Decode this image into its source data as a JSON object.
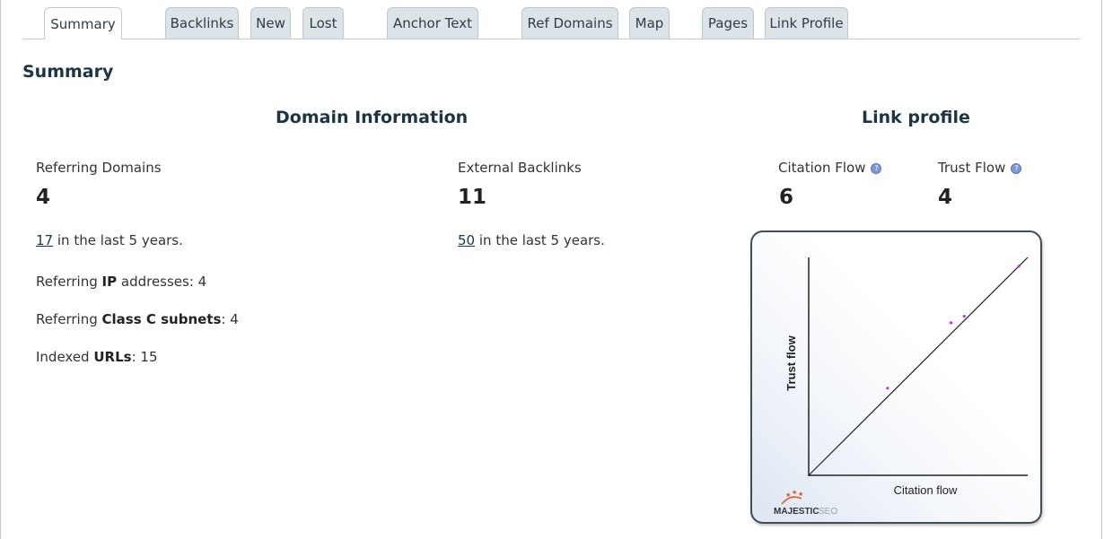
{
  "tabs": [
    {
      "label": "Summary",
      "active": true
    },
    {
      "label": "Backlinks"
    },
    {
      "label": "New"
    },
    {
      "label": "Lost"
    },
    {
      "label": "Anchor Text"
    },
    {
      "label": "Ref Domains"
    },
    {
      "label": "Map"
    },
    {
      "label": "Pages"
    },
    {
      "label": "Link Profile"
    }
  ],
  "summary_heading": "Summary",
  "domain_info": {
    "heading": "Domain Information",
    "referring_domains": {
      "label": "Referring Domains",
      "value": "4",
      "history_link": "17",
      "history_text": "in the last 5 years."
    },
    "external_backlinks": {
      "label": "External Backlinks",
      "value": "11",
      "history_link": "50",
      "history_text": "in the last 5 years."
    },
    "ip_addresses": {
      "prefix": "Referring ",
      "bold": "IP",
      "suffix": " addresses: 4"
    },
    "class_c": {
      "prefix": "Referring ",
      "bold": "Class C subnets",
      "suffix": ": 4"
    },
    "indexed_urls": {
      "prefix": "Indexed ",
      "bold": "URLs",
      "suffix": ": 15"
    }
  },
  "link_profile": {
    "heading": "Link profile",
    "citation_flow": {
      "label": "Citation Flow",
      "value": "6"
    },
    "trust_flow": {
      "label": "Trust Flow",
      "value": "4"
    },
    "help_icon": "question-circle-icon"
  },
  "chart_data": {
    "type": "scatter",
    "xlabel": "Citation flow",
    "ylabel": "Trust flow",
    "xlim": [
      0,
      100
    ],
    "ylim": [
      0,
      100
    ],
    "points": [
      {
        "x": 36,
        "y": 40
      },
      {
        "x": 65,
        "y": 70
      },
      {
        "x": 71,
        "y": 73
      },
      {
        "x": 96,
        "y": 96
      }
    ],
    "reference_line": "diagonal",
    "point_color": "#cc33cc",
    "brand": {
      "text_bold": "MAJESTIC",
      "text_light": "SEO",
      "star_color": "#e0521c"
    }
  }
}
